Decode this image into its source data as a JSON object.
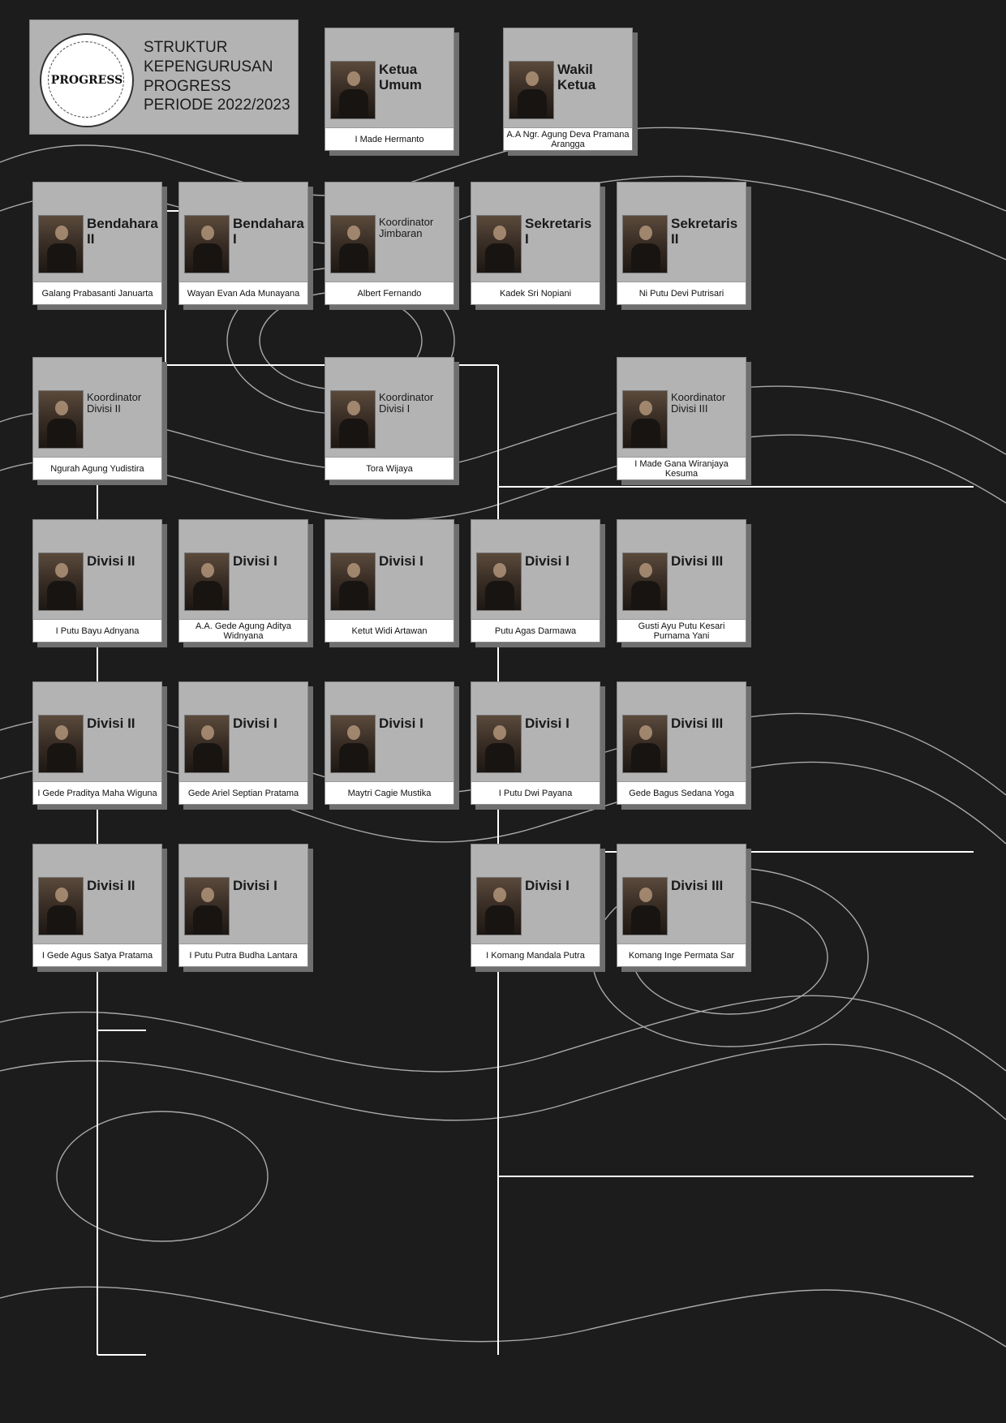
{
  "title": {
    "line1": "STRUKTUR KEPENGURUSAN",
    "line2": "PROGRESS",
    "line3": "PERIODE 2022/2023",
    "logo_text": "PROGRESS"
  },
  "members": {
    "ketua": {
      "role": "Ketua Umum",
      "name": "I Made Hermanto"
    },
    "wakil": {
      "role": "Wakil Ketua",
      "name": "A.A Ngr. Agung Deva Pramana Arangga"
    },
    "sek2": {
      "role": "Sekretaris II",
      "name": "Ni Putu Devi Putrisari"
    },
    "sek1": {
      "role": "Sekretaris I",
      "name": "Kadek Sri Nopiani"
    },
    "koorjim": {
      "role1": "Koordinator",
      "role2": "Jimbaran",
      "name": "Albert Fernando"
    },
    "bend1": {
      "role": "Bendahara I",
      "name": "Wayan Evan Ada Munayana"
    },
    "bend2": {
      "role": "Bendahara II",
      "name": "Galang Prabasanti Januarta"
    },
    "koor3": {
      "role1": "Koordinator",
      "role2": "Divisi III",
      "name": "I Made Gana Wiranjaya Kesuma"
    },
    "koor1": {
      "role1": "Koordinator",
      "role2": "Divisi I",
      "name": "Tora Wijaya"
    },
    "koor2": {
      "role1": "Koordinator",
      "role2": "Divisi II",
      "name": "Ngurah Agung Yudistira"
    },
    "d3a": {
      "role": "Divisi III",
      "name": "Gusti Ayu Putu Kesari Purnama Yani"
    },
    "d3b": {
      "role": "Divisi III",
      "name": "Gede Bagus Sedana Yoga"
    },
    "d3c": {
      "role": "Divisi III",
      "name": "Komang Inge Permata Sar"
    },
    "d1a": {
      "role": "Divisi I",
      "name": "Putu Agas Darmawa"
    },
    "d1b": {
      "role": "Divisi I",
      "name": "I Putu Dwi Payana"
    },
    "d1c": {
      "role": "Divisi I",
      "name": "I Komang Mandala Putra"
    },
    "d1d": {
      "role": "Divisi I",
      "name": "Ketut Widi Artawan"
    },
    "d1e": {
      "role": "Divisi I",
      "name": "Maytri Cagie Mustika"
    },
    "d1f": {
      "role": "Divisi I",
      "name": "A.A. Gede Agung Aditya Widnyana"
    },
    "d1g": {
      "role": "Divisi I",
      "name": "Gede Ariel Septian Pratama"
    },
    "d1h": {
      "role": "Divisi I",
      "name": "I Putu Putra Budha Lantara"
    },
    "d2a": {
      "role": "Divisi II",
      "name": "I Putu Bayu Adnyana"
    },
    "d2b": {
      "role": "Divisi II",
      "name": "I Gede Praditya Maha Wiguna"
    },
    "d2c": {
      "role": "Divisi II",
      "name": "I Gede Agus Satya Pratama"
    }
  },
  "colors": {
    "background": "#1c1c1c",
    "card": "#b3b3b3",
    "namebar": "#ffffff",
    "connector": "#ffffff"
  }
}
